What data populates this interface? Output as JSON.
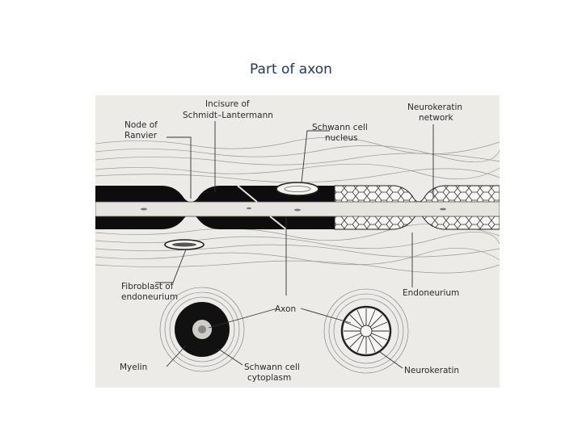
{
  "title": "Part of axon",
  "labels": {
    "incisure_1": "Incisure of",
    "incisure_2": "Schmidt–Lantermann",
    "node_1": "Node of",
    "node_2": "Ranvier",
    "schwann_nucleus_1": "Schwann cell",
    "schwann_nucleus_2": "nucleus",
    "neurokeratin_network_1": "Neurokeratin",
    "neurokeratin_network_2": "network",
    "fibroblast_1": "Fibroblast of",
    "fibroblast_2": "endoneurium",
    "endoneurium": "Endoneurium",
    "axon": "Axon",
    "myelin": "Myelin",
    "schwann_cytoplasm_1": "Schwann cell",
    "schwann_cytoplasm_2": "cytoplasm",
    "neurokeratin": "Neurokeratin"
  }
}
